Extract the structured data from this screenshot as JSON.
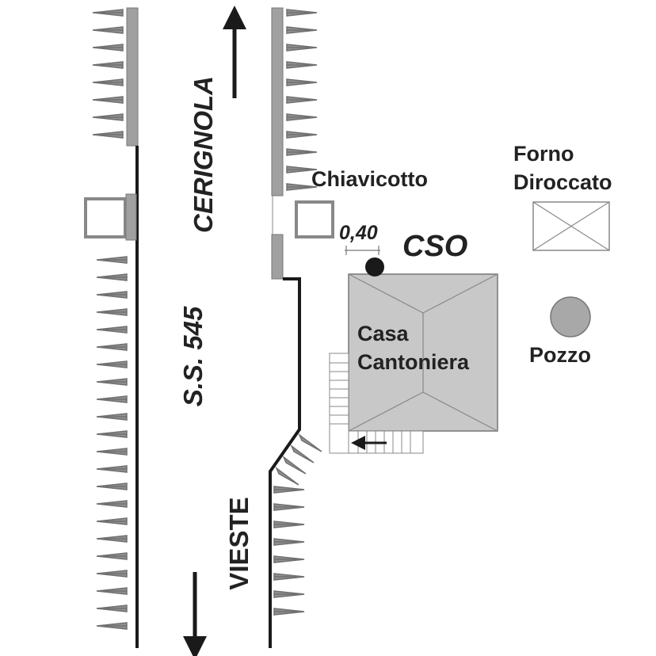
{
  "road": {
    "name": "S.S. 545",
    "north_destination": "CERIGNOLA",
    "south_destination": "VIESTE"
  },
  "labels": {
    "culvert": "Chiavicotto",
    "oven": "Forno\nDiroccato",
    "station": "CSO",
    "distance": "0,40",
    "house": "Casa\nCantoniera",
    "well": "Pozzo"
  },
  "colors": {
    "fill_grey": "#c8c8c8",
    "dark_grey": "#909090",
    "line": "#1a1a1a",
    "well": "#a8a8a8"
  }
}
